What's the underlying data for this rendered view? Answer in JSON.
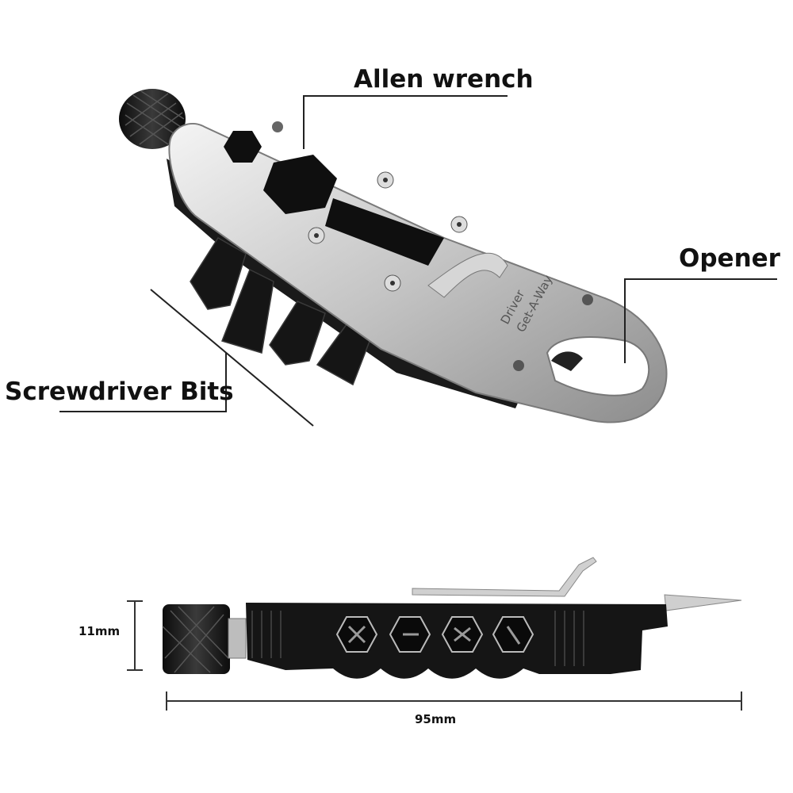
{
  "labels": {
    "allen_wrench": "Allen wrench",
    "opener": "Opener",
    "screwdriver_bits": "Screwdriver Bits",
    "height": "11mm",
    "length": "95mm"
  },
  "engraving": {
    "line1": "Get-A-Way",
    "line2": "Driver"
  },
  "colors": {
    "steel": "#c9c9c9",
    "body": "#141414",
    "callout": "#222222"
  }
}
